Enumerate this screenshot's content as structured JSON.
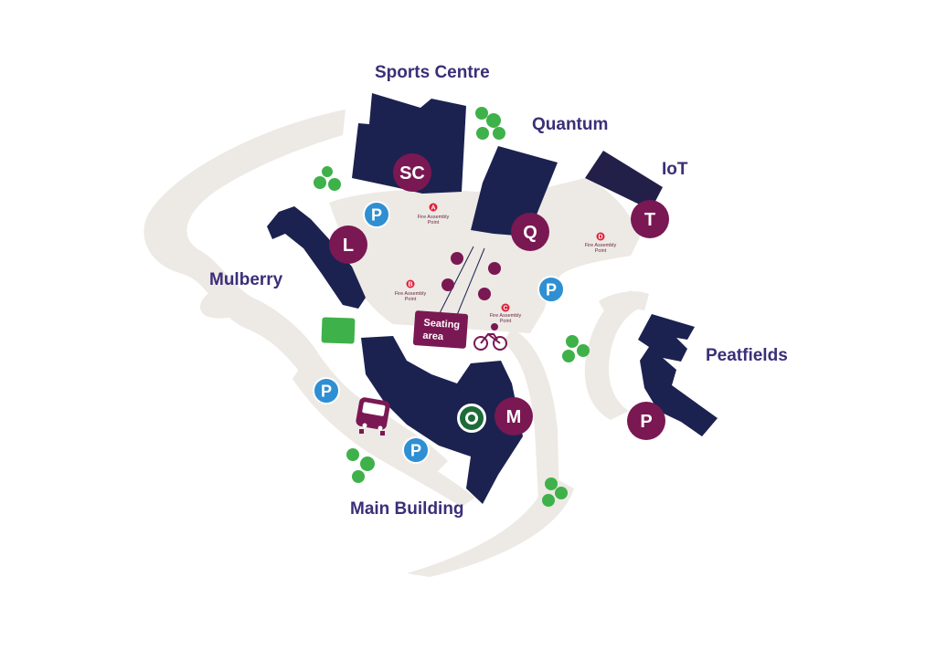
{
  "colors": {
    "background": "#ffffff",
    "path": "#ede9e4",
    "building": "#1b2250",
    "badge": "#7a1853",
    "parking": "#2f8fd3",
    "tree": "#3fb14a",
    "label": "#3a2f78",
    "fire": "#e0213a"
  },
  "labels": {
    "sports_centre": "Sports Centre",
    "quantum": "Quantum",
    "iot": "IoT",
    "mulberry": "Mulberry",
    "peatfields": "Peatfields",
    "main_building": "Main Building"
  },
  "badges": {
    "sc": "SC",
    "l": "L",
    "q": "Q",
    "t": "T",
    "m": "M",
    "p": "P"
  },
  "parking": {
    "label": "P"
  },
  "fire_assembly": {
    "title_line1": "Fire Assembly",
    "title_line2": "Point",
    "points": [
      "A",
      "B",
      "C",
      "D"
    ]
  },
  "seating": {
    "line1": "Seating",
    "line2": "area"
  },
  "icons": {
    "bus": "bus-icon",
    "bike": "bicycle-icon",
    "cafe": "starbucks-logo",
    "tree": "tree-icon",
    "parking": "parking-icon",
    "fire_point": "fire-assembly-point-icon"
  }
}
